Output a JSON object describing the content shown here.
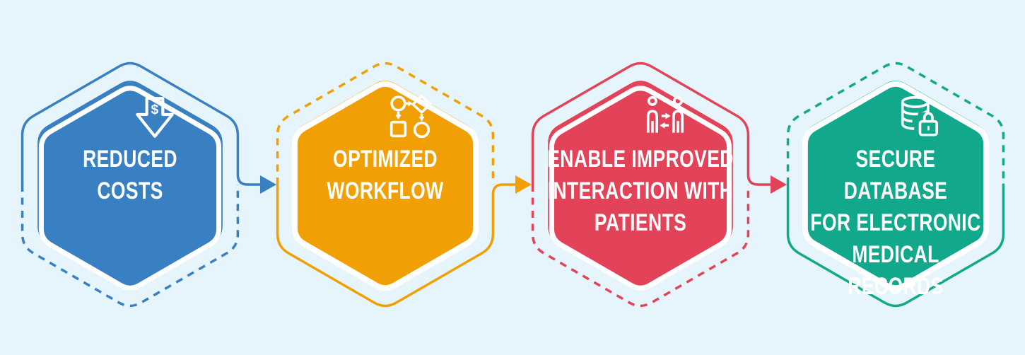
{
  "diagram": {
    "background_color": "#E6F5FB",
    "ring_color": "#FFFFFF",
    "steps": [
      {
        "label": "REDUCED\nCOSTS",
        "icon": "dollar-down-arrow-icon",
        "icon_glyph": "$",
        "color": "#3880C2",
        "outline_style": "solid-top-dashed-bottom",
        "arrow_to_next": true
      },
      {
        "label": "OPTIMIZED\nWORKFLOW",
        "icon": "workflow-flowchart-icon",
        "color": "#F0A004",
        "outline_style": "dashed-top-solid-bottom",
        "arrow_to_next": true
      },
      {
        "label": "ENABLE IMPROVED\nINTERACTION WITH\nPATIENTS",
        "icon": "patient-interaction-icon",
        "color": "#E24358",
        "outline_style": "solid-top-dashed-bottom",
        "arrow_to_next": true
      },
      {
        "label": "SECURE DATABASE\nFOR ELECTRONIC\nMEDICAL RECORDS",
        "icon": "secure-database-icon",
        "color": "#12A88C",
        "outline_style": "dashed-top-solid-bottom",
        "arrow_to_next": false
      }
    ]
  }
}
